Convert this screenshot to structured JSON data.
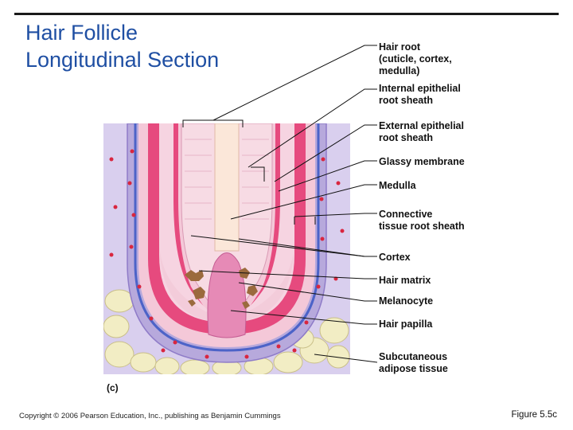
{
  "title": {
    "line1": "Hair Follicle",
    "line2": "Longitudinal Section"
  },
  "labels": [
    {
      "id": "hair-root",
      "lines": [
        "Hair root",
        "(cuticle, cortex,",
        "medulla)"
      ]
    },
    {
      "id": "internal-epithelial-root-sheath",
      "lines": [
        "Internal epithelial",
        "root sheath"
      ]
    },
    {
      "id": "external-epithelial-root-sheath",
      "lines": [
        "External epithelial",
        "root sheath"
      ]
    },
    {
      "id": "glassy-membrane",
      "lines": [
        "Glassy membrane"
      ]
    },
    {
      "id": "medulla",
      "lines": [
        "Medulla"
      ]
    },
    {
      "id": "connective-tissue-root-sheath",
      "lines": [
        "Connective",
        "tissue root sheath"
      ]
    },
    {
      "id": "cortex",
      "lines": [
        "Cortex"
      ]
    },
    {
      "id": "hair-matrix",
      "lines": [
        "Hair matrix"
      ]
    },
    {
      "id": "melanocyte",
      "lines": [
        "Melanocyte"
      ]
    },
    {
      "id": "hair-papilla",
      "lines": [
        "Hair papilla"
      ]
    },
    {
      "id": "subcutaneous-adipose-tissue",
      "lines": [
        "Subcutaneous",
        "adipose tissue"
      ]
    }
  ],
  "panel_label": "(c)",
  "copyright": "Copyright © 2006 Pearson Education, Inc., publishing as Benjamin Cummings",
  "figure_ref": "Figure 5.5c",
  "colors": {
    "title": "#1f4fa3",
    "connective": "#b7a9dc",
    "pink": "#e64a7e",
    "light_pink": "#f4c8d8",
    "adipose": "#f2edc4",
    "melanocyte": "#9b6a3d"
  }
}
